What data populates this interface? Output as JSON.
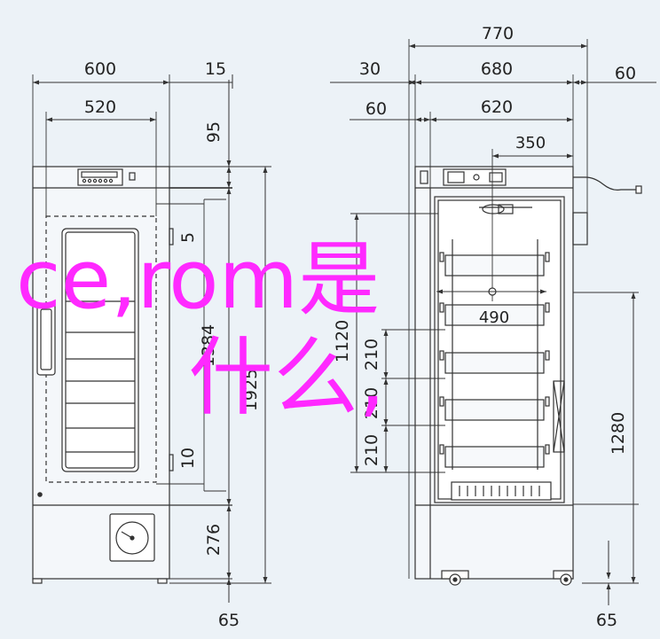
{
  "left_view": {
    "dims": {
      "overall_width": "600",
      "side_offset": "15",
      "inner_width": "520",
      "top_height": "95",
      "upper_gap": "5",
      "interior_height": "1384",
      "lower_gap": "10",
      "overall_height": "1925",
      "base_height": "276",
      "foot_height": "65"
    }
  },
  "right_view": {
    "dims": {
      "overall_width": "770",
      "left_offset": "30",
      "body_width": "680",
      "right_offset": "60",
      "door_offset": "60",
      "inner_width": "620",
      "probe_width": "350",
      "shelf_depth": "490",
      "interior_height": "1120",
      "shelf_pitch_1": "210",
      "shelf_pitch_2": "210",
      "shelf_pitch_3": "210",
      "lower_height": "1280",
      "foot_height": "65"
    }
  },
  "overlay": {
    "line1": "ce,rom是",
    "line2": "什么,"
  },
  "colors": {
    "background": "#ecf2f7",
    "line": "#333333",
    "overlay_text": "#ff29ff"
  }
}
